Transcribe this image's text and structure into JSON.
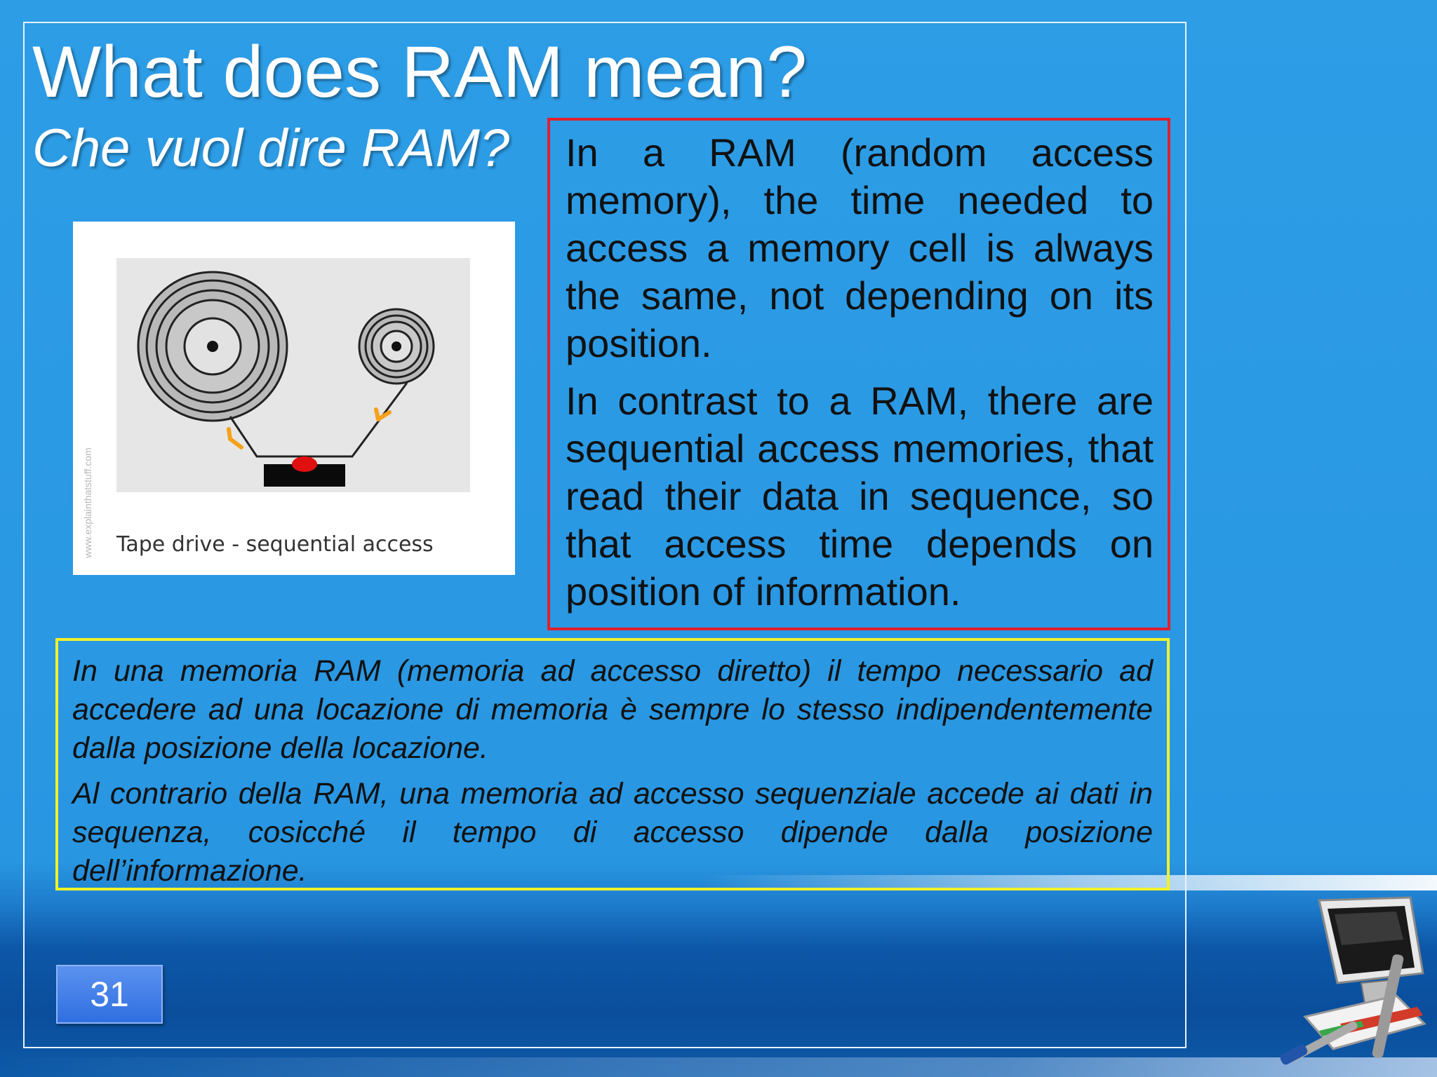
{
  "slide": {
    "title": "What does RAM mean?",
    "subtitle": "Che vuol dire RAM?",
    "figure": {
      "caption": "Tape drive - sequential access",
      "watermark": "www.explainthatstuff.com"
    },
    "english_box": {
      "paragraphs": [
        "In a RAM (random access memory), the time needed to access a memory cell is always the same, not depending on its position.",
        "In contrast to a RAM, there are sequential access memories, that read their data in sequence, so that access time depends on position of information."
      ],
      "border_color": "#e0202e"
    },
    "italian_box": {
      "paragraphs": [
        "In una memoria RAM (memoria ad accesso diretto) il tempo necessario ad accedere ad una locazione di memoria è sempre lo stesso indipendentemente dalla posizione della locazione.",
        "Al contrario della RAM, una memoria ad accesso sequenziale accede ai dati in sequenza, cosicché il tempo di accesso dipende dalla posizione dell’informazione."
      ],
      "border_color": "#f0f22a"
    },
    "page_number": "31",
    "decoration_icon": "computer-tools-icon",
    "background_color": "#2b9ae4"
  }
}
